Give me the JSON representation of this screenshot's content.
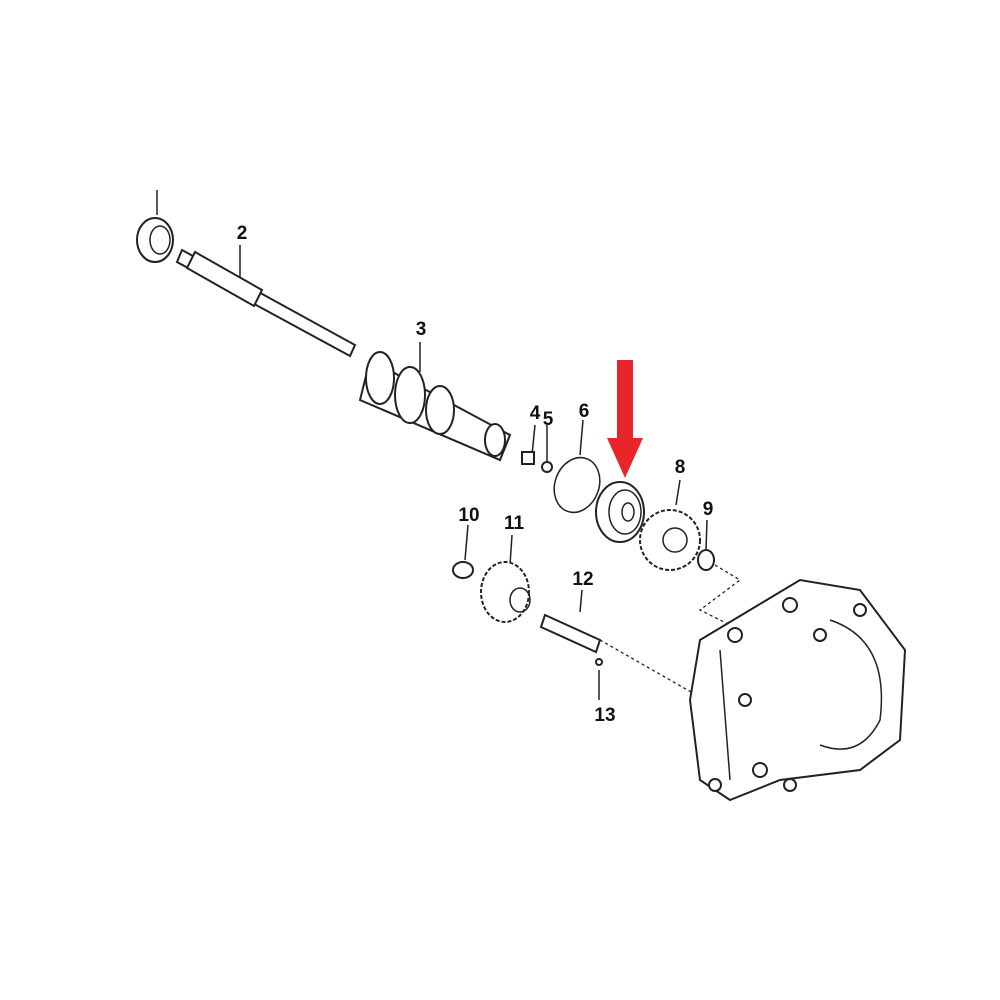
{
  "diagram": {
    "labels": [
      "2",
      "3",
      "4",
      "5",
      "6",
      "8",
      "9",
      "10",
      "11",
      "12",
      "13"
    ],
    "highlight_color": "#e8262a"
  }
}
